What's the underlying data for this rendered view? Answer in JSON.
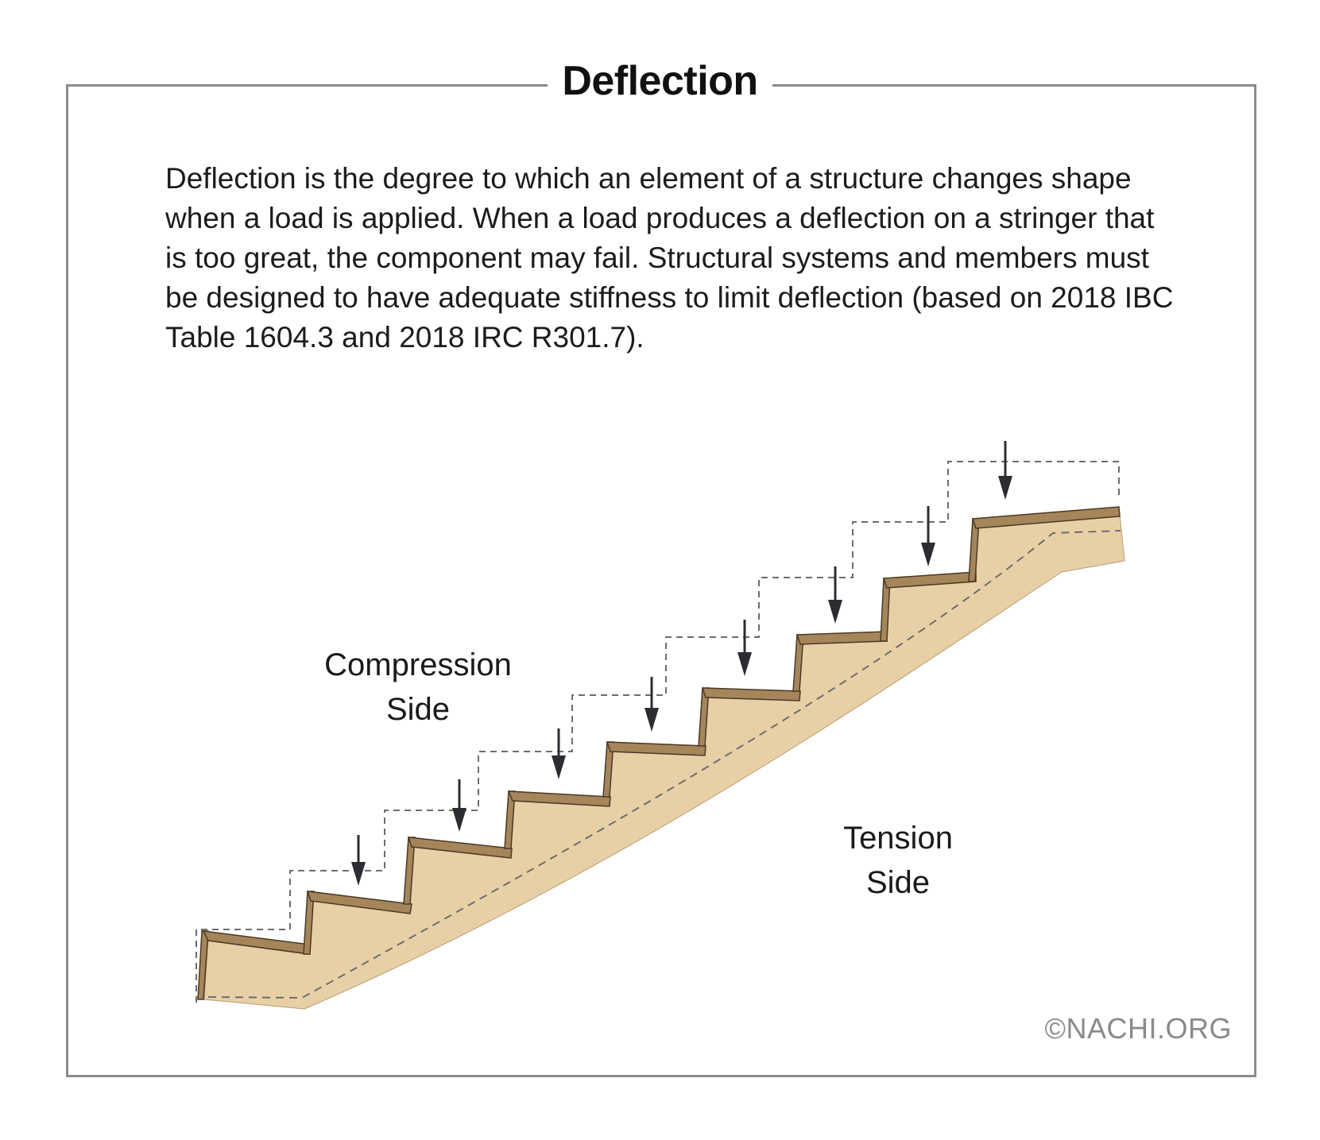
{
  "title": "Deflection",
  "description": "Deflection is the degree to which an element of a structure changes shape when a load is applied. When a load produces a deflection on a stringer that is too great, the component may fail. Structural systems and members must be designed to have adequate stiffness to limit deflection (based on 2018 IBC Table 1604.3 and 2018 IRC R301.7).",
  "labels": {
    "compression": [
      "Compression",
      "Side"
    ],
    "tension": [
      "Tension",
      "Side"
    ]
  },
  "credit": "©NACHI.ORG",
  "colors": {
    "frame": "#8c8c8f",
    "stringer_fill": "#e8d0a6",
    "tread": "#a5855a",
    "tread_outline": "#4b3a24",
    "arrow": "#2b2d33",
    "dashed": "#6d6d6d",
    "credit": "#8a8a8d"
  }
}
